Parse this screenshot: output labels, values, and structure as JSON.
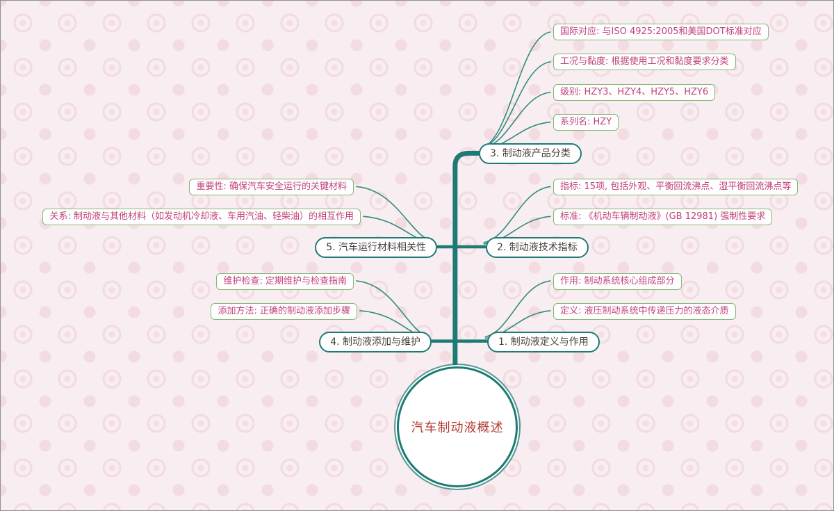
{
  "center": {
    "label": "汽车制动液概述"
  },
  "branches": [
    {
      "label": "1. 制动液定义与作用",
      "children": [
        "作用: 制动系统核心组成部分",
        "定义: 液压制动系统中传递压力的液态介质"
      ]
    },
    {
      "label": "2. 制动液技术指标",
      "children": [
        "指标: 15项, 包括外观、平衡回流沸点、湿平衡回流沸点等",
        "标准: 《机动车辆制动液》(GB 12981) 强制性要求"
      ]
    },
    {
      "label": "3. 制动液产品分类",
      "children": [
        "国际对应: 与ISO 4925:2005和美国DOT标准对应",
        "工况与黏度: 根据使用工况和黏度要求分类",
        "级别: HZY3、HZY4、HZY5、HZY6",
        "系列名: HZY"
      ]
    },
    {
      "label": "4. 制动液添加与维护",
      "children": [
        "维护检查: 定期维护与检查指南",
        "添加方法: 正确的制动液添加步骤"
      ]
    },
    {
      "label": "5. 汽车运行材料相关性",
      "children": [
        "重要性: 确保汽车安全运行的关键材料",
        "关系: 制动液与其他材料（如发动机冷却液、车用汽油、轻柴油）的相互作用"
      ]
    }
  ],
  "colors": {
    "trunk_line": "#1e7b74",
    "leaf_line": "#2f8d7f",
    "leaf_border": "#85b878",
    "leaf_text": "#c0417c",
    "center_text": "#b23a31",
    "background": "#f8edf0"
  }
}
